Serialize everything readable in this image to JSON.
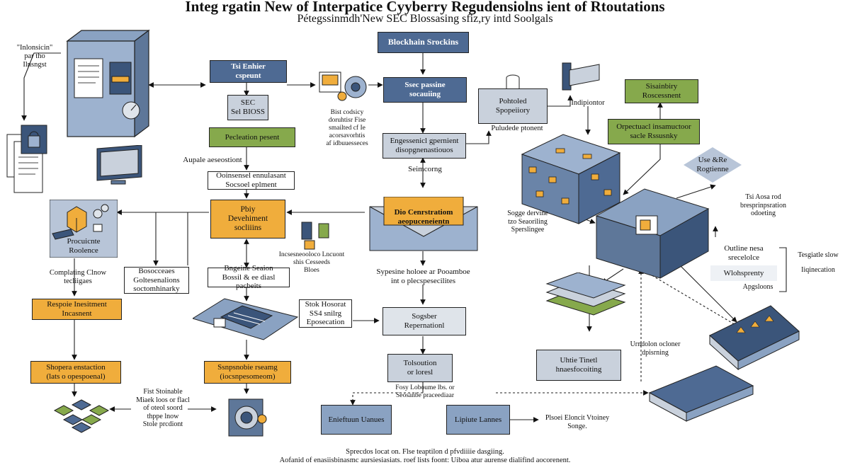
{
  "header": {
    "title": "Integ rgatin New of Interpatice Cyyberry Regudensiolns ient of Rtoutations",
    "subtitle": "Pétegssinmdh'New SEC Blossasing sfiz,ry intd Soolgals"
  },
  "boxes": {
    "blockchain_srockins": "Blockhain Srockins",
    "tsi_enhier": "Tsi Enhier\ncspeunt",
    "seec_passine": "Ssec passine\nsocauiing",
    "sec_set": "SEC\nSel BIOSS",
    "pecleation_pesent": "Pecleation pesent",
    "engessenicl": "Engessenicl gpernient\ndisopgnenastiouos",
    "pohtoled": "Pohtoled\nSpopeiiory",
    "sisainbiry": "Sisainbiry\nRoscessnent",
    "orpectuacl": "Orpectuacl insamuctoor\nsacle Rssusnky",
    "ooinsensel": "Ooinsensel ennulasant\nSocsoel eplment",
    "pbiy_development": "Pbiy\nDevehiment\nsocliiins",
    "dio_cenrstratiom": "Dio Cenrstratiom\naeopuceneientn",
    "use_xde": "Use &Re\nRogtienne",
    "procuicnte_roolence": "Procuicnte\nRoolence",
    "bosocceaes": "Bosocceaes\nGoltesenalions\nsoctomhinarky",
    "bngeine_sesion": "Bngeine Seaion\nBossil & ee diasl pacbeits",
    "respoie_hnemenment": "Respoie Inesitment\nIncasnent",
    "stok_hosorat": "Stok Hosorat\nSS4 snilrg\nEposecation",
    "sogsber_repernationl": "Sogsber\nRepernationl",
    "shopera_enstaction": "Shopera enstaction\n(lats o opespoenal)",
    "ssnpsnobie_rseamg": "Ssnpsnobie rseamg\n(iocsnpesomeom)",
    "tolsoution": "Tolsoution\nor loresl",
    "uhtie_tinetl": "Uhtie Tinetl\nhnaesfocoiting",
    "eniefuun_uanues": "Enieftuun Uanues",
    "lipiute_lannes": "Lipiute Lannes",
    "outline_nesa": "Outline nesa\nsrecelolce",
    "wlohsprenty": "Wlohsprenty"
  },
  "labels": {
    "top_left_note": "\"Inlonsicin\"\npar tho\nIlnsngst",
    "bist_codsicy": "Bist codsicy\ndoruhtisr Fise\nsmailted cf Ie\nacorsavorhtis\naf idbuuesseces",
    "indipiontor": "Indipiontor",
    "pohtoled_ptonent": "Puludede ptonent",
    "aupale_aeseostiont": "Aupale aeseostiont",
    "seimcorng": "Seimcorng",
    "tsi_aosa_rod": "Tsi Aosa rod\nbresprinpsration\nodoeting",
    "sogge_dervine": "Sogge dervine\ntzo Seaoriling\nSperslingee",
    "complating_clnow": "Complating Clnow\ntecliigaes",
    "incsesneooloco": "Incsesneooloco Lncuont\nshis Cesseeds\nBloes",
    "sypesine_hoblee": "Sypesine holoee ar Pooamboe\nint o plecspesecilites",
    "tesgiatle_slow": "Tesgiatle slow",
    "iiqinecation": "Iiqinecation",
    "apgsloons": "Apgsloons",
    "urndolon_ocloner": "Urndolon ocloner\ndpisrning",
    "fist_stoinable": "Fist Stoinable\nMiaek loos or flacl\nof oteol soord\nthppe lnow\nStole prcdiont",
    "fosy_lobeme": "Fosy Loboume lbs. or\nSeosanbe praceediaar",
    "plsoei_eloncit": "Plsoei Eloncit Vtoiney\nSonge."
  },
  "footer": {
    "line1": "Sprecdos locat on. Flse teaptilon d pfvdiiiie dasgiing.",
    "line2": "Aofanid of enasiisbinasmc aursiesiasiats. roef lists foont: Uiboa atur aurense dialifind aocorenent."
  }
}
